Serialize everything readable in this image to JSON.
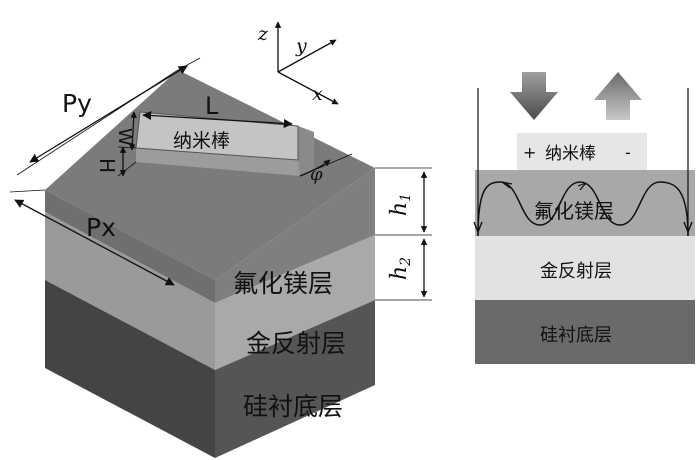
{
  "left_figure": {
    "dimension_labels": {
      "period_y": "Py",
      "period_x": "Px",
      "length": "L",
      "width": "W",
      "height": "H",
      "angle": "φ",
      "thickness_1": "h",
      "thickness_1_sub": "1",
      "thickness_2": "h",
      "thickness_2_sub": "2"
    },
    "axes": {
      "z": "z",
      "y": "y",
      "x": "x"
    },
    "nanorod_label": "纳米棒",
    "layers": [
      "氟化镁层",
      "金反射层",
      "硅衬底层"
    ]
  },
  "right_figure": {
    "nanorod_label": "纳米棒",
    "plus_sign": "+",
    "minus_sign": "-",
    "layers": [
      "氟化镁层",
      "金反射层",
      "硅衬底层"
    ]
  },
  "colors": {
    "top_face": "#7b7b7b",
    "front_mgf2": "#6f6f6f",
    "side_mgf2": "#7f7f7f",
    "front_gold": "#9a9a9a",
    "side_gold": "#a9a9a9",
    "front_si": "#444444",
    "side_si": "#555555",
    "rod": "#c4c4c4",
    "right_mgf2": "#a8a8a8",
    "right_gold": "#e2e2e2",
    "right_si": "#6a6a6a",
    "rod_right": "#e6e6e6"
  }
}
